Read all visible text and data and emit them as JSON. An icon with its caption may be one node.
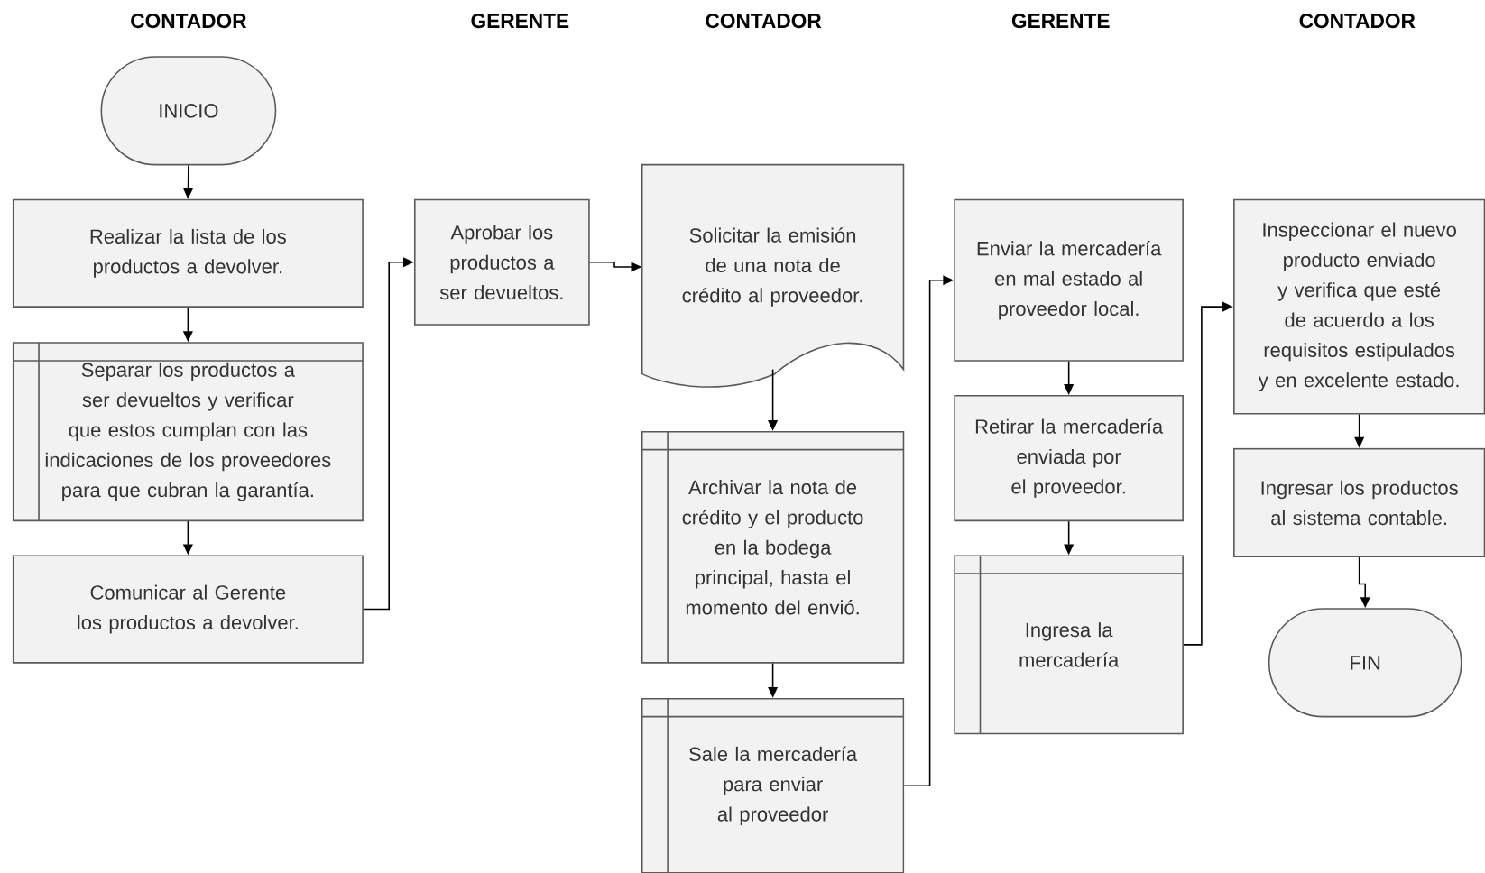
{
  "diagram": {
    "nodes": [
      {
        "text": [
          "INICIO"
        ]
      },
      {
        "text": [
          "Realizar la lista de los productos a devolver."
        ]
      },
      {
        "text": [
          "Separar los productos a ser devueltos y verificar que estos cumplan con las indicaciones de los proveedores para que cubran la garantía."
        ]
      },
      {
        "text": [
          "Comunicar al Gerente los productos a devolver."
        ]
      },
      {
        "text": [
          "Aprobar los productos a ser devueltos."
        ]
      },
      {
        "text": [
          "Solicitar la emisión de una nota de crédito al proveedor."
        ]
      },
      {
        "text": [
          "Archivar la nota de crédito y el producto en la bodega principal, hasta el momento del envió."
        ]
      },
      {
        "text": [
          "Sale la mercadería para enviar al proveedor"
        ]
      },
      {
        "text": [
          "Enviar la mercadería en mal estado al proveedor local."
        ]
      },
      {
        "text": [
          "Retirar la mercadería enviada por el proveedor."
        ]
      },
      {
        "text": [
          "Ingresa la mercadería"
        ]
      },
      {
        "text": [
          "Inspeccionar el nuevo producto enviado y verifica que esté de acuerdo a los requisitos estipulados y en excelente estado."
        ]
      },
      {
        "text": [
          "Ingresar los productos al sistema contable."
        ]
      },
      {
        "text": [
          "FIN"
        ]
      }
    ],
    "edges": [
      {
        "from": 0,
        "to": 1,
        "arrow": "to"
      },
      {
        "from": 1,
        "to": 2,
        "arrow": "to"
      },
      {
        "from": 2,
        "to": 3,
        "arrow": "to"
      },
      {
        "from": 3,
        "to": 4,
        "arrow": "to"
      },
      {
        "from": 4,
        "to": 5,
        "arrow": "to"
      },
      {
        "from": 5,
        "to": 6,
        "arrow": "to"
      },
      {
        "from": 6,
        "to": 7,
        "arrow": "to"
      },
      {
        "from": 7,
        "to": 8,
        "arrow": "to"
      },
      {
        "from": 8,
        "to": 9,
        "arrow": "to"
      },
      {
        "from": 9,
        "to": 10,
        "arrow": "to"
      },
      {
        "from": 10,
        "to": 11,
        "arrow": "to"
      },
      {
        "from": 11,
        "to": 12,
        "arrow": "to"
      },
      {
        "from": 12,
        "to": 13,
        "arrow": "to"
      }
    ],
    "labels": [
      "CONTADOR",
      "GERENTE",
      "CONTADOR",
      "GERENTE",
      "CONTADOR"
    ]
  }
}
